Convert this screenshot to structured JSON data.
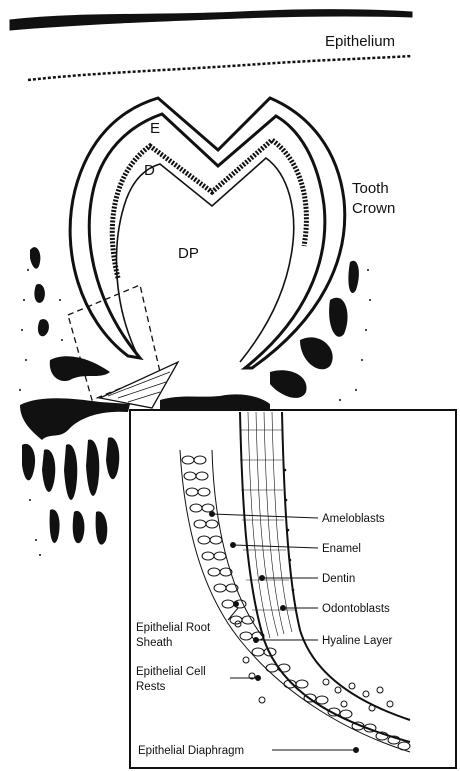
{
  "figure": {
    "labels": {
      "epithelium": "Epithelium",
      "enamel_abbrev": "E",
      "dentin_abbrev": "D",
      "pulp_abbrev": "DP",
      "tooth_crown_line1": "Tooth",
      "tooth_crown_line2": "Crown"
    },
    "inset": {
      "labels": {
        "ameloblasts": "Ameloblasts",
        "enamel": "Enamel",
        "dentin": "Dentin",
        "odontoblasts": "Odontoblasts",
        "hyaline_layer": "Hyaline Layer",
        "epithelial_root_sheath_line1": "Epithelial Root",
        "epithelial_root_sheath_line2": "Sheath",
        "epithelial_cell_rests_line1": "Epithelial Cell",
        "epithelial_cell_rests_line2": "Rests",
        "epithelial_diaphragm": "Epithelial Diaphragm"
      }
    },
    "colors": {
      "ink": "#111111",
      "background": "#ffffff"
    }
  }
}
